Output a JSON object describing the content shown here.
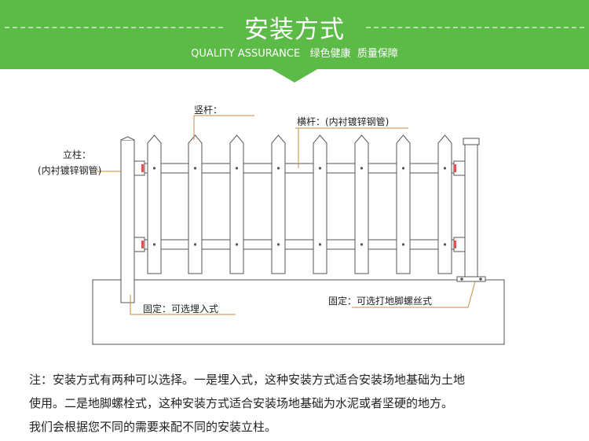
{
  "header": {
    "title": "安装方式",
    "subtitle": "QUALITY ASSURANCE   绿色健康  质量保障"
  },
  "diagram": {
    "labels": {
      "picket": "竖杆：",
      "rail": "横杆：(内衬镀锌钢管)",
      "post_line1": "立柱：",
      "post_line2": "(内衬镀锌钢管)",
      "fix_buried": "固定：可选埋入式",
      "fix_bolt": "固定：可选打地脚螺丝式"
    },
    "colors": {
      "leader_line": "#c98a3a",
      "outline": "#555555",
      "banner": "#5cba47"
    }
  },
  "note": {
    "line1": "注：安装方式有两种可以选择。一是埋入式，这种安装方式适合安装场地基础为土地",
    "line2": "使用。二是地脚螺栓式，这种安装方式适合安装场地基础为水泥或者坚硬的地方。",
    "line3": "我们会根据您不同的需要来配不同的安装立柱。"
  }
}
